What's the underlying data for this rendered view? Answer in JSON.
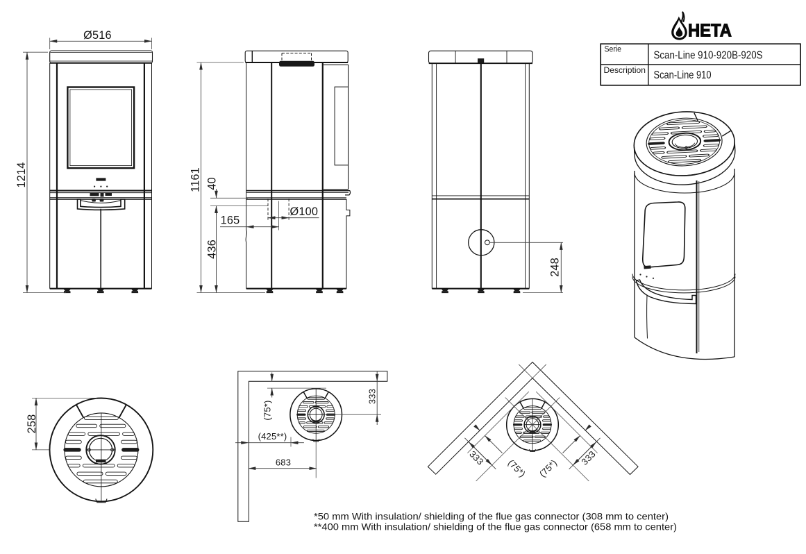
{
  "brand": {
    "logo_text": "HETA",
    "logo_icon": "flame-icon"
  },
  "title_block": {
    "serie_label": "Serie",
    "serie_value": "Scan-Line 910-920B-920S",
    "description_label": "Description",
    "description_value": "Scan-Line 910"
  },
  "dimensions": {
    "front_width": "Ø516",
    "front_height": "1214",
    "side_height": "1161",
    "flue_offset_top": "40",
    "flue_offset_rear": "165",
    "flue_diameter": "Ø100",
    "flue_height_rear": "436",
    "back_outlet_height": "248",
    "top_rear_to_center": "258",
    "wall_side_to_center": "333",
    "wall_rear_gap": "(75*)",
    "wall_rear_gap_insulated": "(425**)",
    "wall_front_to_center": "683",
    "corner_left_to_center": "333",
    "corner_left_gap": "(75*)",
    "corner_right_gap": "(75*)",
    "corner_right_to_center": "333"
  },
  "footnotes": {
    "line1": "*50 mm With insulation/ shielding of the flue gas connector (308 mm to center)",
    "line2": "**400 mm With insulation/ shielding of the flue gas connector (658 mm to center)"
  }
}
